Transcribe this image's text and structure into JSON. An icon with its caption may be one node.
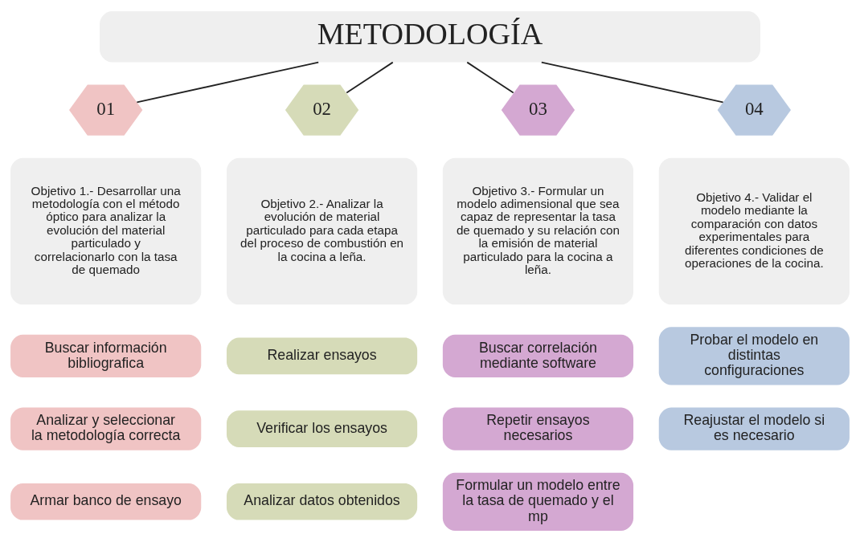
{
  "diagram": {
    "nodes": [
      {
        "text": [
          "METODOLOGÍA"
        ]
      },
      {
        "text": [
          "01"
        ]
      },
      {
        "text": [
          "Objetivo 1.- Desarrollar una metodología con el método óptico para analizar la evolución del material particulado y correlacionarlo con la tasa de quemado"
        ]
      },
      {
        "text": [
          "Buscar información bibliografica"
        ]
      },
      {
        "text": [
          "Analizar y seleccionar la metodología correcta"
        ]
      },
      {
        "text": [
          "Armar banco de ensayo"
        ]
      },
      {
        "text": [
          "02"
        ]
      },
      {
        "text": [
          "Objetivo 2.- Analizar la evolución de material particulado para cada etapa del proceso de combustión en la cocina a leña."
        ]
      },
      {
        "text": [
          "Realizar ensayos"
        ]
      },
      {
        "text": [
          "Verificar los ensayos"
        ]
      },
      {
        "text": [
          "Analizar datos obtenidos"
        ]
      },
      {
        "text": [
          "03"
        ]
      },
      {
        "text": [
          "Objetivo 3.- Formular un modelo adimensional que sea capaz de representar la tasa de quemado y su relación con la emisión de material particulado para la cocina a leña."
        ]
      },
      {
        "text": [
          "Buscar correlación mediante software"
        ]
      },
      {
        "text": [
          "Repetir ensayos necesarios"
        ]
      },
      {
        "text": [
          "Formular un modelo entre la tasa de quemado y el mp"
        ]
      },
      {
        "text": [
          "04"
        ]
      },
      {
        "text": [
          "Objetivo 4.- Validar el modelo mediante la comparación con datos experimentales para diferentes condiciones de operaciones de la cocina."
        ]
      },
      {
        "text": [
          "Probar el modelo en distintas configuraciones"
        ]
      },
      {
        "text": [
          "Reajustar el modelo si es necesario"
        ]
      }
    ],
    "edges": [
      {
        "from": 0,
        "to": 1,
        "arrow": "none"
      },
      {
        "from": 0,
        "to": 6,
        "arrow": "none"
      },
      {
        "from": 0,
        "to": 11,
        "arrow": "none"
      },
      {
        "from": 0,
        "to": 16,
        "arrow": "none"
      }
    ]
  }
}
